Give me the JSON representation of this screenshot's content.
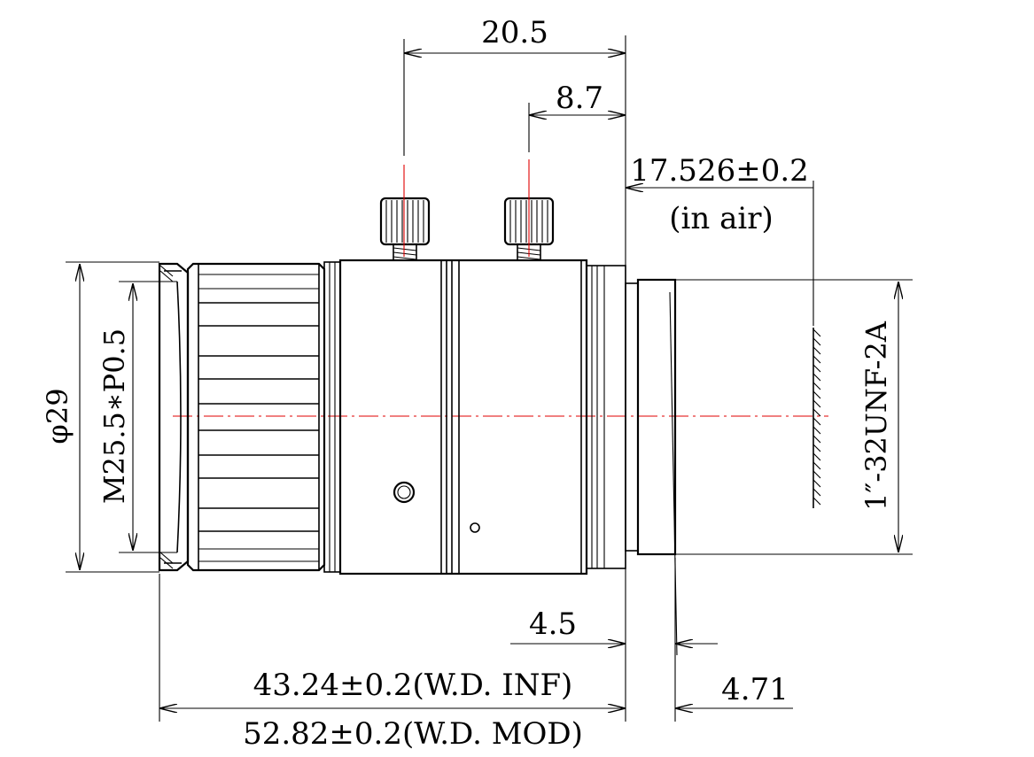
{
  "dimensions": {
    "top_overall": "20.5",
    "top_screw": "8.7",
    "flange_back": "17.526±0.2",
    "flange_back_note": "(in air)",
    "thread_mount": "1″-32UNF-2A",
    "diameter": "φ29",
    "filter_thread": "M25.5∗P0.5",
    "mount_protrusion": "4.5",
    "back_extension": "4.71",
    "length_inf": "43.24±0.2(W.D.  INF)",
    "length_mod": "52.82±0.2(W.D.  MOD)"
  },
  "colors": {
    "outline": "#000000",
    "centerline": "#e00000"
  }
}
